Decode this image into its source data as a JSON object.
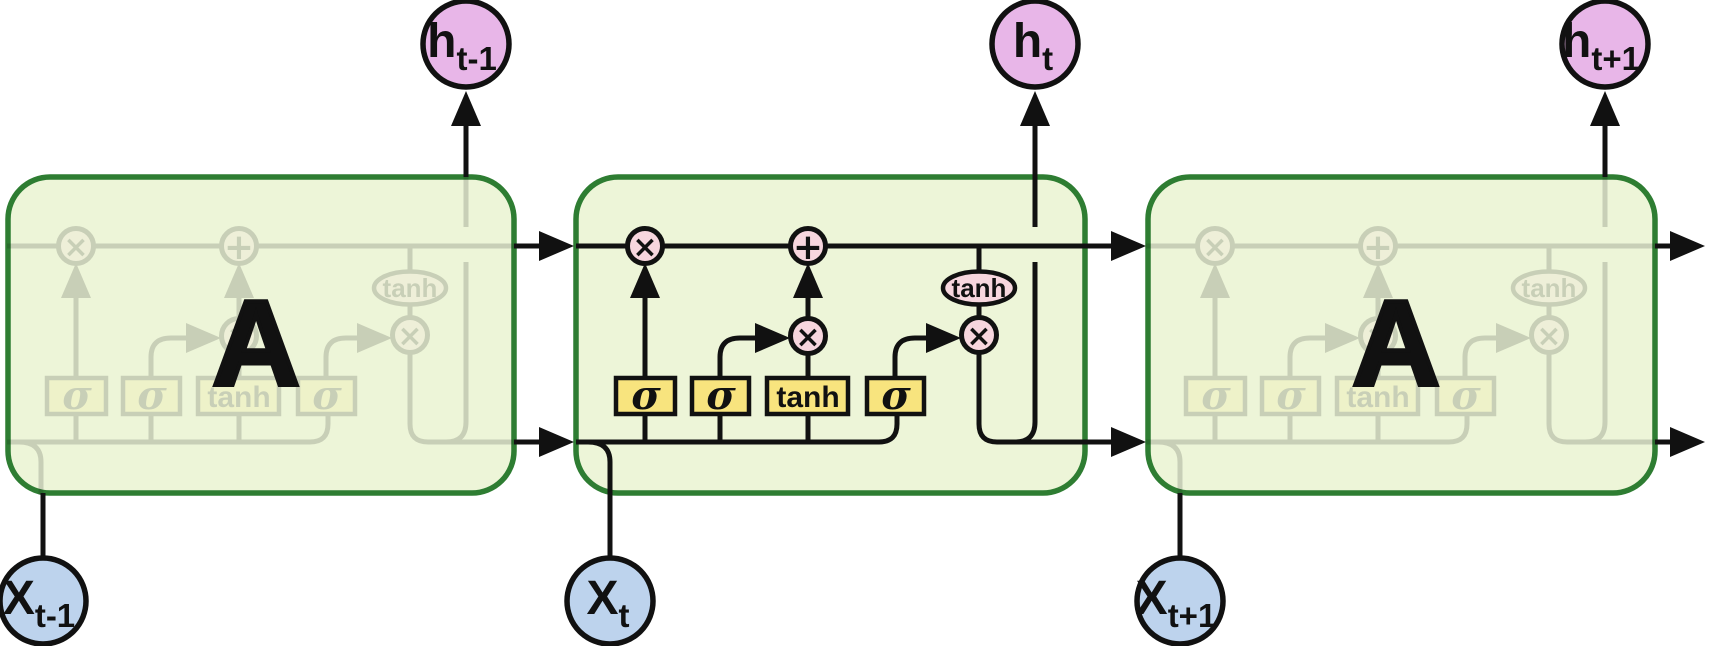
{
  "cells": {
    "left": {
      "label": "A"
    },
    "right": {
      "label": "A"
    }
  },
  "nodes": {
    "h_prev": {
      "base": "h",
      "sub": "t-1"
    },
    "h_curr": {
      "base": "h",
      "sub": "t"
    },
    "h_next": {
      "base": "h",
      "sub": "t+1"
    },
    "x_prev": {
      "base": "X",
      "sub": "t-1"
    },
    "x_curr": {
      "base": "X",
      "sub": "t"
    },
    "x_next": {
      "base": "X",
      "sub": "t+1"
    }
  },
  "internals": {
    "ops": {
      "forget": "×",
      "add": "+",
      "candidate": "×",
      "output": "×"
    },
    "state_activation": "tanh",
    "gates": [
      {
        "label": "σ"
      },
      {
        "label": "σ"
      },
      {
        "label": "tanh"
      },
      {
        "label": "σ"
      }
    ]
  },
  "colors": {
    "cell_fill": "#edf5d8",
    "cell_border": "#2e7d32",
    "gate_fill": "#f8e47e",
    "op_fill": "#f7d6de",
    "h_node_fill": "#e8b6e8",
    "x_node_fill": "#bdd3ed",
    "line": "#111111",
    "background": "#ffffff"
  }
}
